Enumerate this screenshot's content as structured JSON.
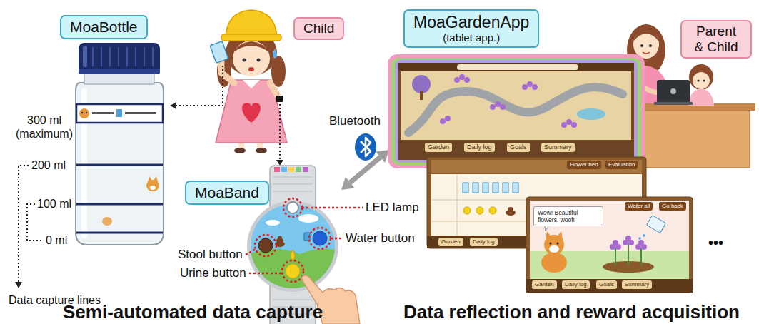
{
  "diagram": {
    "nodes": [
      {
        "text": [
          "MoaBottle"
        ]
      },
      {
        "text": [
          "Child"
        ]
      },
      {
        "text": [
          "MoaGardenApp",
          "(tablet app.)"
        ]
      },
      {
        "text": [
          "Parent & Child"
        ]
      },
      {
        "text": [
          "Garden",
          "Daily log",
          "Goals",
          "Summary"
        ]
      },
      {
        "text": [
          "MoaBand"
        ]
      },
      {
        "text": [
          "Flower bed",
          "Evaluation",
          "Garden",
          "Daily log"
        ]
      },
      {
        "text": [
          "Wow! Beautiful flowers, woof!",
          "Water all",
          "Go back",
          "Garden",
          "Daily log",
          "Goals",
          "Summary"
        ]
      }
    ],
    "labels": [
      "300 ml (maximum)",
      "200 ml",
      "100 ml",
      "0 ml",
      "Data capture lines",
      "Bluetooth",
      "LED lamp",
      "Stool button",
      "Water button",
      "Urine button",
      "•••",
      "Semi-automated data capture",
      "Data reflection and reward acquisition"
    ]
  }
}
